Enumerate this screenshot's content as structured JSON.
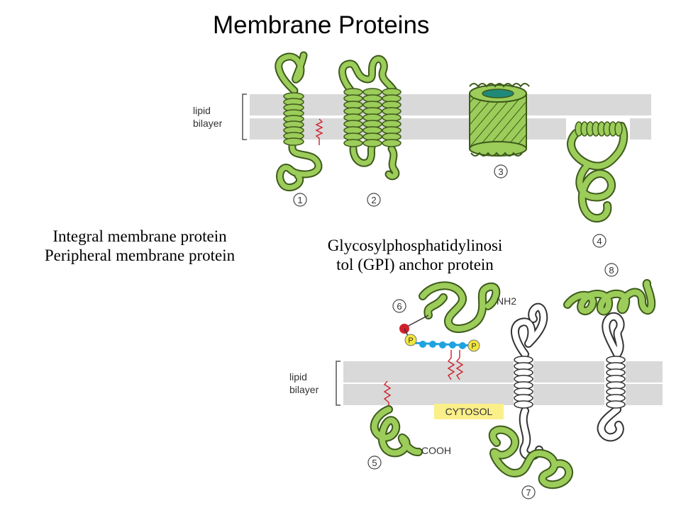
{
  "title": "Membrane Proteins",
  "captions": {
    "left": [
      "Integral membrane protein",
      "Peripheral membrane protein"
    ],
    "right": [
      "Glycosylphosphatidylinosi",
      "tol (GPI) anchor protein"
    ]
  },
  "top_panel": {
    "bilayer_label": [
      "lipid",
      "bilayer"
    ],
    "numbers": [
      "1",
      "2",
      "3",
      "4"
    ]
  },
  "bottom_panel": {
    "bilayer_label": [
      "lipid",
      "bilayer"
    ],
    "numbers": [
      "5",
      "6",
      "7",
      "8"
    ],
    "nh2_label": "NH2",
    "cooh_label": "COOH",
    "cytosol_label": "CYTOSOL",
    "phosphate_label": "P"
  },
  "colors": {
    "protein_fill": "#9ccc5a",
    "protein_stroke": "#3d5a1a",
    "bilayer": "#d9d9d9",
    "lipid_tail": "#d0202a",
    "sugar_chain": "#1fa3e0",
    "phosphate": "#f2e63a",
    "cytosol_bg": "#fbef8a"
  }
}
